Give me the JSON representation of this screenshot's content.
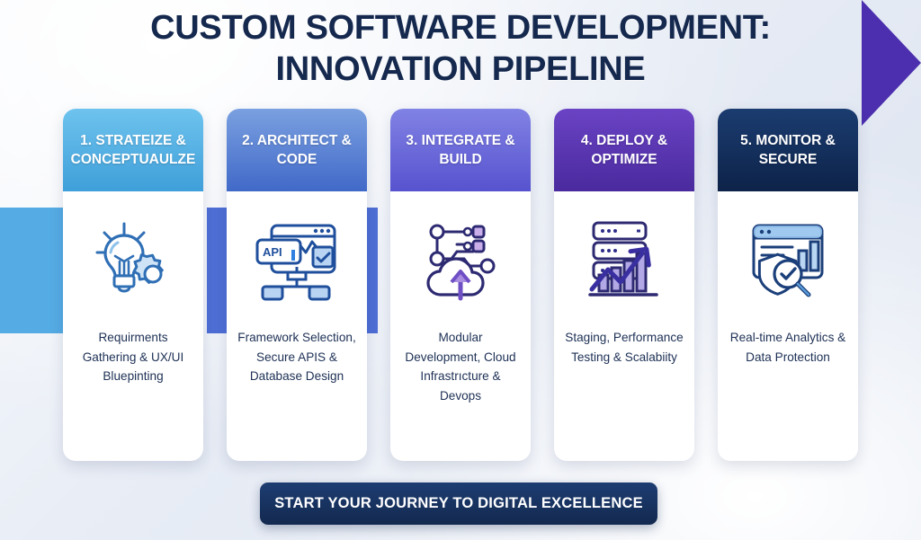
{
  "title": {
    "line1": "CUSTOM SOFTWARE DEVELOPMENT:",
    "line2": "INNOVATION PIPELINE"
  },
  "colors": {
    "title": "#15284e",
    "band_left": "#55ace4",
    "band_mid": "#4f6fd6",
    "arrow": "#4b2fae",
    "cta_bg": "#13294f",
    "body_text": "#1d3055"
  },
  "stages": [
    {
      "header": "1. STRATEIZE & CONCEPTUAULZE",
      "header_color_from": "#6ec3ee",
      "header_color_to": "#3f9fd9",
      "icon": "lightbulb-gear-icon",
      "description": "Requirments Gathering & UX/UI Bluepinting"
    },
    {
      "header": "2. ARCHITECT & CODE",
      "header_color_from": "#7aa0e0",
      "header_color_to": "#4169c8",
      "icon": "api-browser-workflow-icon",
      "description": "Framework Selection, Secure APIS & Database Design"
    },
    {
      "header": "3. INTEGRATE & BUILD",
      "header_color_from": "#8182e4",
      "header_color_to": "#5753cf",
      "icon": "cloud-upload-network-icon",
      "description": "Modular Development, Cloud Infrastrıcture & Devops"
    },
    {
      "header": "4. DEPLOY & OPTIMIZE",
      "header_color_from": "#6a43c4",
      "header_color_to": "#4a2a9e",
      "icon": "server-growth-chart-icon",
      "description": "Staging, Performance Testing & Scalabiity"
    },
    {
      "header": "5. MONITOR & SECURE",
      "header_color_from": "#1b3c70",
      "header_color_to": "#0d2349",
      "icon": "dashboard-shield-magnifier-icon",
      "description": "Real-time Analytics & Data Protection"
    }
  ],
  "cta": {
    "label": "START YOUR JOURNEY TO DIGITAL EXCELLENCE"
  }
}
